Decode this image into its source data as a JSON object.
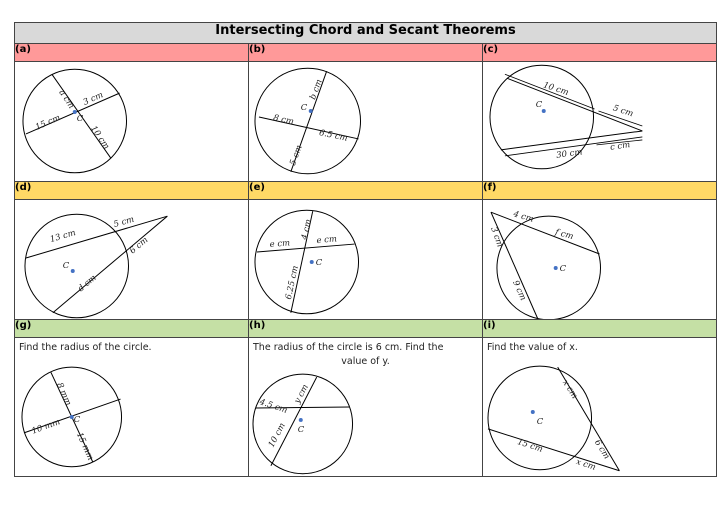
{
  "title": "Intersecting Chord and Secant Theorems",
  "labels": {
    "a": "(a)",
    "b": "(b)",
    "c": "(c)",
    "d": "(d)",
    "e": "(e)",
    "f": "(f)",
    "g": "(g)",
    "h": "(h)",
    "i": "(i)"
  },
  "center": "C",
  "a": {
    "m1": "a cm",
    "m2": "3 cm",
    "m3": "15 cm",
    "m4": "10 cm"
  },
  "b": {
    "m1": "b cm",
    "m2": "8 cm",
    "m3": "6.5 cm",
    "m4": "5 cm"
  },
  "c": {
    "m1": "10 cm",
    "m2": "5 cm",
    "m3": "30 cm",
    "m4": "c cm"
  },
  "d": {
    "m1": "13 cm",
    "m2": "5 cm",
    "m3": "6 cm",
    "m4": "d cm"
  },
  "e": {
    "m1": "4 cm",
    "m2": "e cm",
    "m3": "e cm",
    "m4": "6.25 cm"
  },
  "f": {
    "m1": "4 cm",
    "m2": "f cm",
    "m3": "3 cm",
    "m4": "9 cm"
  },
  "g": {
    "prompt": "Find the radius of the circle.",
    "m1": "8 mm",
    "m2": "10 mm",
    "m3": "15 mm"
  },
  "h": {
    "prompt1": "The radius of the circle is 6 cm. Find the",
    "prompt2": "value of y.",
    "m1": "y cm",
    "m2": "4.5 cm",
    "m3": "10 cm"
  },
  "i": {
    "prompt": "Find the value of x.",
    "m1": "x cm",
    "m2": "6 cm",
    "m3": "15 cm",
    "m4": "x cm"
  }
}
